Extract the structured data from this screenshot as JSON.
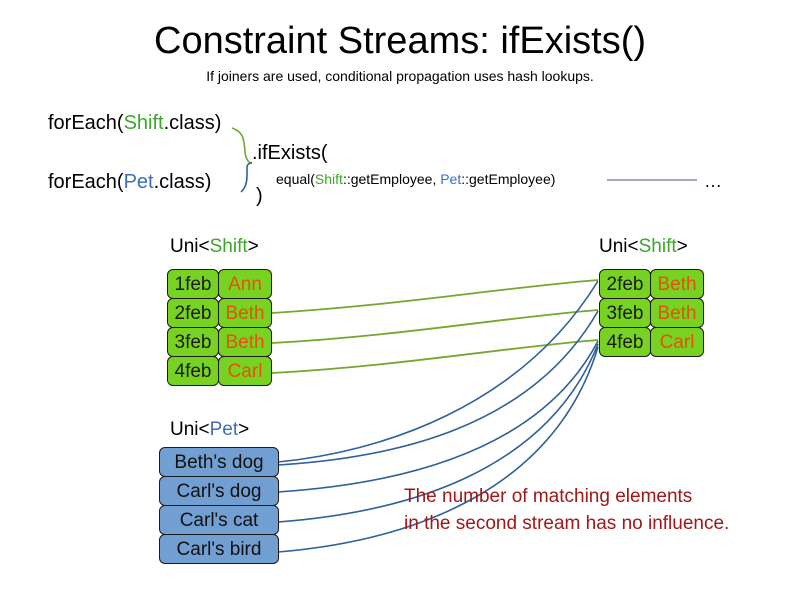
{
  "slide": {
    "title": "Constraint Streams: ifExists()",
    "subtitle": "If joiners are used, conditional propagation uses hash lookups."
  },
  "code": {
    "foreach_shift": {
      "prefix": "forEach(",
      "type": "Shift",
      "suffix": ".class)"
    },
    "foreach_pet": {
      "prefix": "forEach(",
      "type": "Pet",
      "suffix": ".class)"
    },
    "if_exists": ".ifExists(",
    "equal": {
      "prefix": "equal(",
      "left_type": "Shift",
      "left_method": "::getEmployee",
      "separator": ", ",
      "right_type": "Pet",
      "right_method": "::getEmployee",
      "suffix": ")"
    },
    "close_paren": ")",
    "ellipsis": "…"
  },
  "streams": {
    "shift_left": {
      "label_prefix": "Uni<",
      "label_type": "Shift",
      "label_suffix": ">",
      "rows": [
        {
          "date": "1feb",
          "name": "Ann"
        },
        {
          "date": "2feb",
          "name": "Beth"
        },
        {
          "date": "3feb",
          "name": "Beth"
        },
        {
          "date": "4feb",
          "name": "Carl"
        }
      ]
    },
    "shift_right": {
      "label_prefix": "Uni<",
      "label_type": "Shift",
      "label_suffix": ">",
      "rows": [
        {
          "date": "2feb",
          "name": "Beth"
        },
        {
          "date": "3feb",
          "name": "Beth"
        },
        {
          "date": "4feb",
          "name": "Carl"
        }
      ]
    },
    "pet": {
      "label_prefix": "Uni<",
      "label_type": "Pet",
      "label_suffix": ">",
      "rows": [
        {
          "name": "Beth's dog"
        },
        {
          "name": "Carl's dog"
        },
        {
          "name": "Carl's cat"
        },
        {
          "name": "Carl's bird"
        }
      ]
    }
  },
  "annotation": {
    "line1": "The number of matching elements",
    "line2": "in the second stream has no influence."
  },
  "colors": {
    "shift_green": "#3fa52a",
    "pet_blue": "#3b6fb8",
    "box_green": "#77d221",
    "box_blue": "#729fd2",
    "name_orange": "#e8500f",
    "annotation_red": "#a01818",
    "wire_green": "#74a82e",
    "wire_blue": "#2e5f9e",
    "wire_purple": "#9b84ae"
  }
}
